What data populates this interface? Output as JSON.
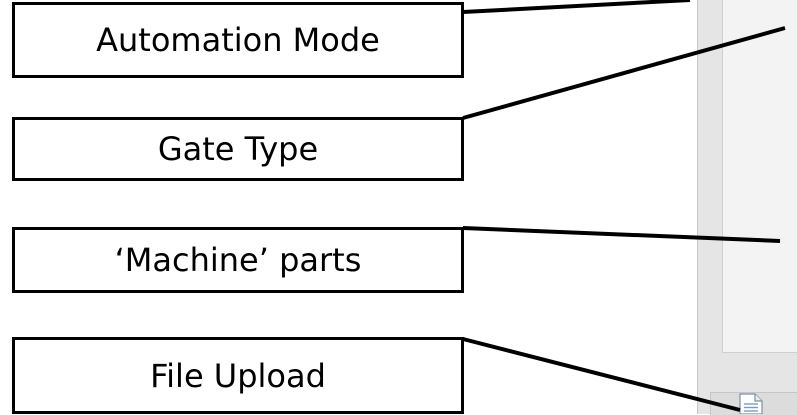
{
  "callouts": [
    {
      "label": "Automation Mode"
    },
    {
      "label": "Gate Type"
    },
    {
      "label": "‘Machine’ parts"
    },
    {
      "label": "File Upload"
    }
  ],
  "icons": {
    "file_upload": "document-icon"
  },
  "colors": {
    "callout_border": "#000000",
    "callout_fill": "#ffffff",
    "panel_outer": "#e5e5e5",
    "panel_inner": "#f3f3f3"
  }
}
